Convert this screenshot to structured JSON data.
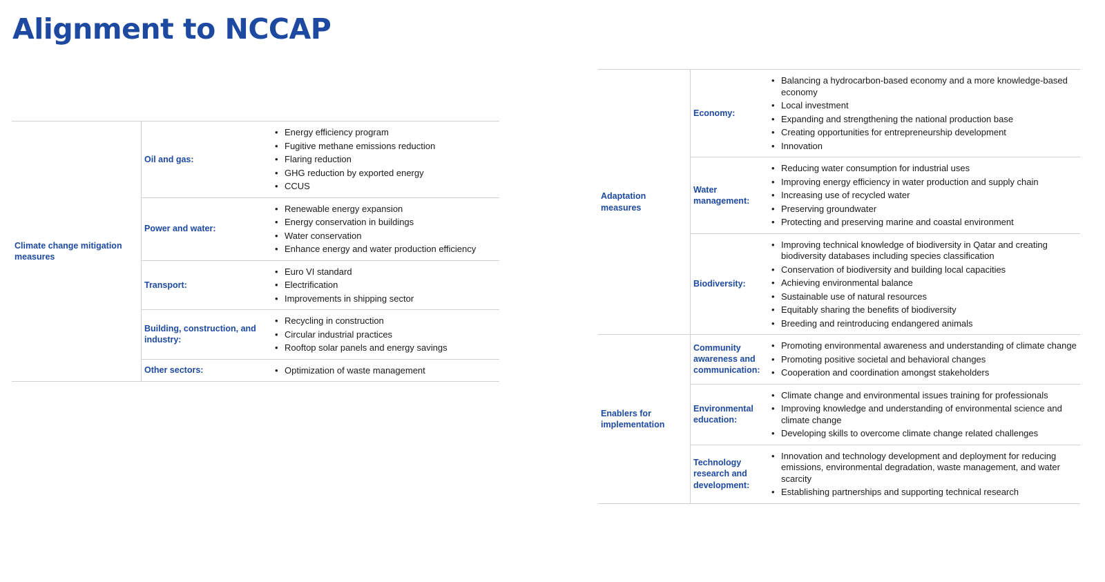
{
  "title": "Alignment to NCCAP",
  "colors": {
    "accent": "#1d4aa0",
    "divider": "#cfcfcf",
    "text": "#1a1a1a"
  },
  "left_table": {
    "groups": [
      {
        "label": "Climate change mitigation measures",
        "rows": [
          {
            "category": "Oil and gas:",
            "items": [
              "Energy efficiency program",
              "Fugitive methane emissions reduction",
              "Flaring reduction",
              "GHG reduction by exported energy",
              "CCUS"
            ]
          },
          {
            "category": "Power and water:",
            "items": [
              "Renewable energy expansion",
              "Energy conservation in buildings",
              "Water conservation",
              "Enhance energy and water production efficiency"
            ]
          },
          {
            "category": "Transport:",
            "items": [
              "Euro VI standard",
              "Electrification",
              "Improvements in shipping sector"
            ]
          },
          {
            "category": "Building, construction, and industry:",
            "items": [
              "Recycling in construction",
              "Circular industrial practices",
              "Rooftop solar panels and energy savings"
            ]
          },
          {
            "category": "Other sectors:",
            "items": [
              "Optimization of waste management"
            ]
          }
        ]
      }
    ]
  },
  "right_table": {
    "groups": [
      {
        "label": "Adaptation measures",
        "rows": [
          {
            "category": "Economy:",
            "items": [
              "Balancing a hydrocarbon-based economy and a more knowledge-based economy",
              "Local investment",
              "Expanding and strengthening the national production base",
              "Creating opportunities for entrepreneurship development",
              "Innovation"
            ]
          },
          {
            "category": "Water management:",
            "items": [
              "Reducing water consumption for industrial uses",
              "Improving energy efficiency in water production and supply chain",
              "Increasing use of recycled water",
              "Preserving groundwater",
              "Protecting and preserving marine and coastal environment"
            ]
          },
          {
            "category": "Biodiversity:",
            "items": [
              "Improving technical knowledge of biodiversity in Qatar and creating biodiversity databases including species classification",
              "Conservation of biodiversity and building local capacities",
              "Achieving environmental balance",
              "Sustainable use of natural resources",
              "Equitably sharing the benefits of biodiversity",
              "Breeding and reintroducing endangered animals"
            ]
          }
        ]
      },
      {
        "label": "Enablers for implementation",
        "rows": [
          {
            "category": "Community awareness and communication:",
            "items": [
              "Promoting environmental awareness and understanding of climate change",
              "Promoting positive societal and behavioral changes",
              "Cooperation and coordination amongst stakeholders"
            ]
          },
          {
            "category": "Environmental education:",
            "items": [
              "Climate change and environmental issues training for professionals",
              "Improving knowledge and understanding of environmental science and climate change",
              "Developing skills to overcome climate change related challenges"
            ]
          },
          {
            "category": "Technology research and development:",
            "items": [
              "Innovation and technology development and deployment for reducing emissions, environmental degradation, waste management, and water scarcity",
              "Establishing partnerships and supporting technical research"
            ]
          }
        ]
      }
    ]
  }
}
